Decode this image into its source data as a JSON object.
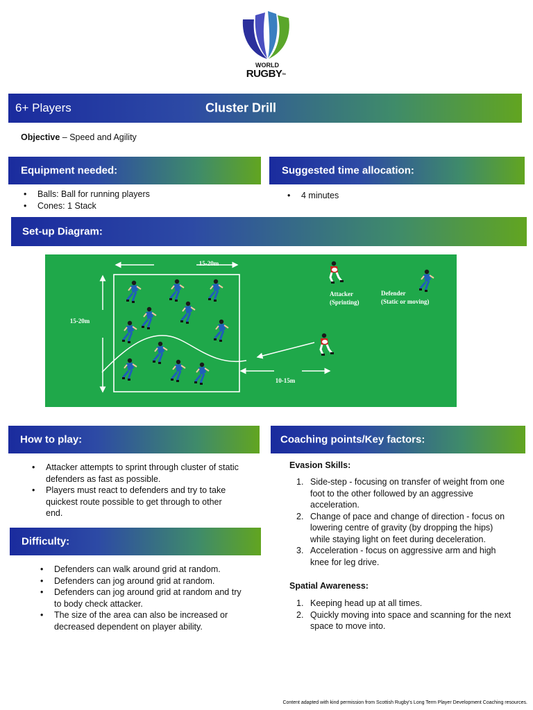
{
  "logo": {
    "line1": "WORLD",
    "line2": "RUGBY",
    "tm": "TM"
  },
  "header": {
    "players": "6+ Players",
    "title": "Cluster Drill"
  },
  "objective": {
    "label": "Objective",
    "separator": " – ",
    "text": "Speed and Agility"
  },
  "equipment": {
    "heading": "Equipment needed:",
    "items": [
      "Balls: Ball for running players",
      "Cones: 1 Stack"
    ]
  },
  "time": {
    "heading": "Suggested time allocation:",
    "items": [
      "4 minutes"
    ]
  },
  "setup": {
    "heading": "Set-up Diagram:",
    "diagram": {
      "width_label": "15-20m",
      "height_label": "15-20m",
      "distance_label": "10-15m",
      "attacker_label_1": "Attacker",
      "attacker_label_2": "(Sprinting)",
      "defender_label_1": "Defender",
      "defender_label_2": "(Static or moving)"
    }
  },
  "how_to_play": {
    "heading": "How to play:",
    "items": [
      "Attacker attempts to sprint through cluster of static defenders as fast as possible.",
      "Players must react to defenders and try to take quickest route possible to get through to other end."
    ]
  },
  "difficulty": {
    "heading": "Difficulty:",
    "items": [
      "Defenders can walk around grid at random.",
      "Defenders can jog around grid at random.",
      "Defenders can jog around grid at random and try to body check attacker.",
      "The size of the area can also be increased or decreased dependent on player ability."
    ]
  },
  "coaching": {
    "heading": "Coaching points/Key factors:",
    "evasion": {
      "title": "Evasion Skills:",
      "items": [
        "Side-step - focusing on transfer of weight from one foot to the other followed by an aggressive acceleration.",
        "Change of pace and change of direction - focus on lowering centre of gravity (by dropping the hips) while staying light on feet during deceleration.",
        "Acceleration - focus on aggressive arm and high knee for leg drive."
      ]
    },
    "spatial": {
      "title": "Spatial Awareness:",
      "items": [
        "Keeping head up at all times.",
        "Quickly moving into space and scanning for the next space to move into."
      ]
    }
  },
  "footer": "Content adapted with kind permission from Scottish Rugby's Long Term Player Development Coaching resources.",
  "colors": {
    "bar_start": "#1a2b9e",
    "bar_end": "#62a520",
    "field": "#1fa84a",
    "attacker": "#d42020",
    "defender": "#1f5fb8"
  }
}
